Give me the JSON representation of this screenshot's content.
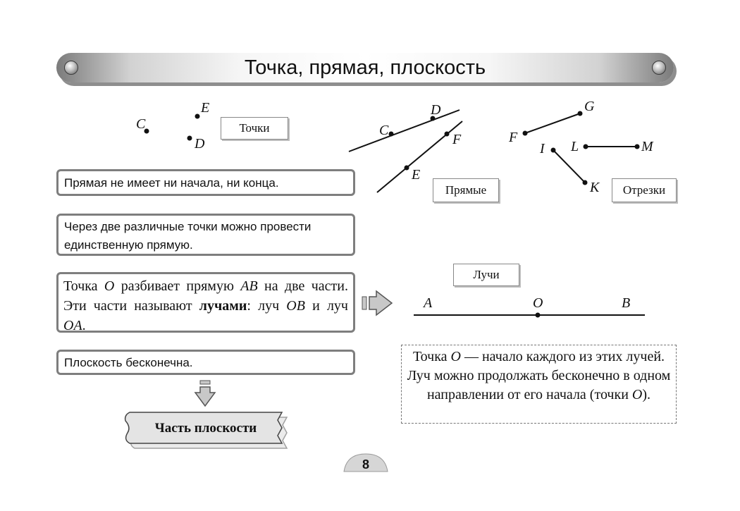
{
  "title": "Точка, прямая, плоскость",
  "labels": {
    "points": "Точки",
    "lines": "Прямые",
    "segments": "Отрезки",
    "rays": "Лучи"
  },
  "point_letters": {
    "c": "C",
    "e": "E",
    "d": "D"
  },
  "line_letters": {
    "c": "C",
    "d": "D",
    "f": "F",
    "e": "E"
  },
  "segment_letters": {
    "f": "F",
    "g": "G",
    "i": "I",
    "k": "K",
    "l": "L",
    "m": "M"
  },
  "ray_letters": {
    "a": "A",
    "o": "O",
    "b": "B"
  },
  "rules": {
    "line_no_ends": "Прямая не имеет ни начала, ни конца.",
    "two_points": "Через две различные точки можно провести единственную прямую.",
    "plane_infinite": "Плоскость бесконечна."
  },
  "rays_rule": {
    "t1": "Точка ",
    "o1": "O",
    "t2": " разбивает прямую ",
    "ab": "AB",
    "t3": " на две части. Эти части называют ",
    "bold": "лучами",
    "t4": ": луч ",
    "ob": "OB",
    "t5": " и луч ",
    "oa": "OA",
    "t6": "."
  },
  "ray_note": {
    "t1": "Точка ",
    "o1": "O",
    "t2": " — начало каждого из этих лучей. Луч можно продолжать бесконечно в одном направлении от его начала (точки ",
    "o2": "O",
    "t3": ")."
  },
  "plane_part": "Часть плоскости",
  "page_number": "8",
  "colors": {
    "frame": "#7e7e7e",
    "arrow_fill": "#c8c8c8",
    "ink": "#111111"
  }
}
